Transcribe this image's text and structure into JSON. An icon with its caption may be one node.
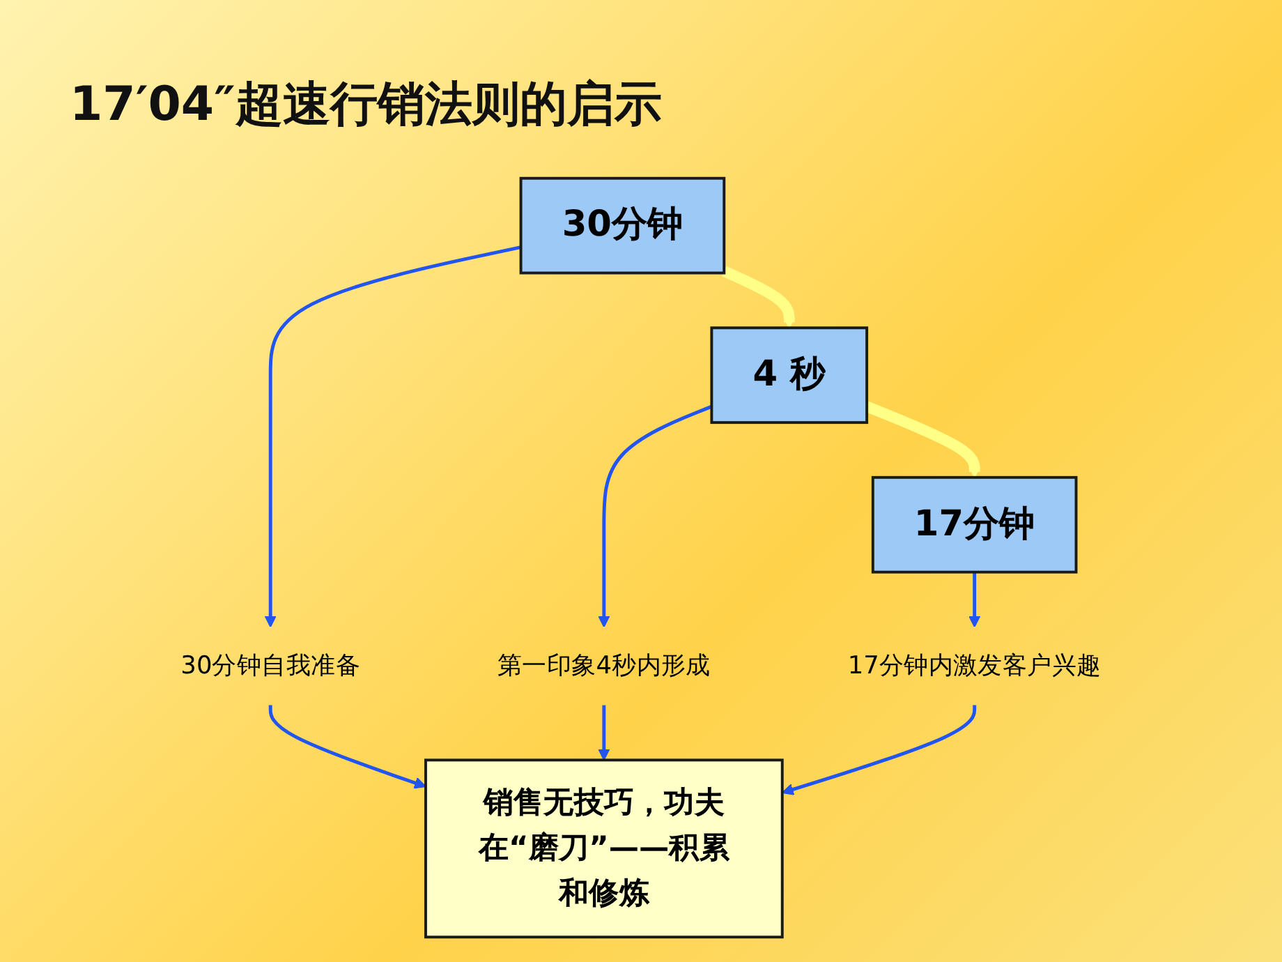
{
  "diagram": {
    "title": "17′04″超速行销法则的启示",
    "nodes": [
      {
        "text": [
          "30分钟"
        ]
      },
      {
        "text": [
          "4 秒"
        ]
      },
      {
        "text": [
          "17分钟"
        ]
      },
      {
        "text": [
          "30分钟自我准备"
        ]
      },
      {
        "text": [
          "第一印象4秒内形成"
        ]
      },
      {
        "text": [
          "17分钟内激发客户兴趣"
        ]
      },
      {
        "text": [
          "销售无技巧，功夫在“磨刀”——积累和修炼"
        ]
      }
    ],
    "edges": [
      {
        "from": 0,
        "to": 1,
        "arrow": "to",
        "style": "thick",
        "color": "#ffff88"
      },
      {
        "from": 1,
        "to": 2,
        "arrow": "to",
        "style": "thick",
        "color": "#ffff88"
      },
      {
        "from": 0,
        "to": 3,
        "arrow": "to"
      },
      {
        "from": 1,
        "to": 4,
        "arrow": "to"
      },
      {
        "from": 2,
        "to": 5,
        "arrow": "to"
      },
      {
        "from": 3,
        "to": 6,
        "arrow": "to"
      },
      {
        "from": 4,
        "to": 6,
        "arrow": "to"
      },
      {
        "from": 5,
        "to": 6,
        "arrow": "to"
      }
    ]
  }
}
